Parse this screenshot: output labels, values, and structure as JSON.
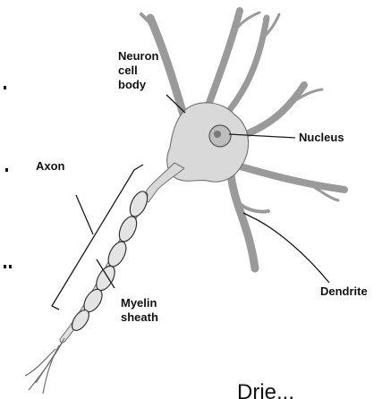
{
  "diagram": {
    "labels": {
      "cell_body": [
        "Neuron",
        "cell",
        "body"
      ],
      "nucleus": "Nucleus",
      "axon": "Axon",
      "dendrite": "Dendrite",
      "myelin": [
        "Myelin",
        "sheath"
      ],
      "cut_off_text": "Drie..."
    },
    "colors": {
      "cell_fill": "#d9d9d9",
      "outline": "#6f6f6f",
      "text": "#111111"
    }
  }
}
